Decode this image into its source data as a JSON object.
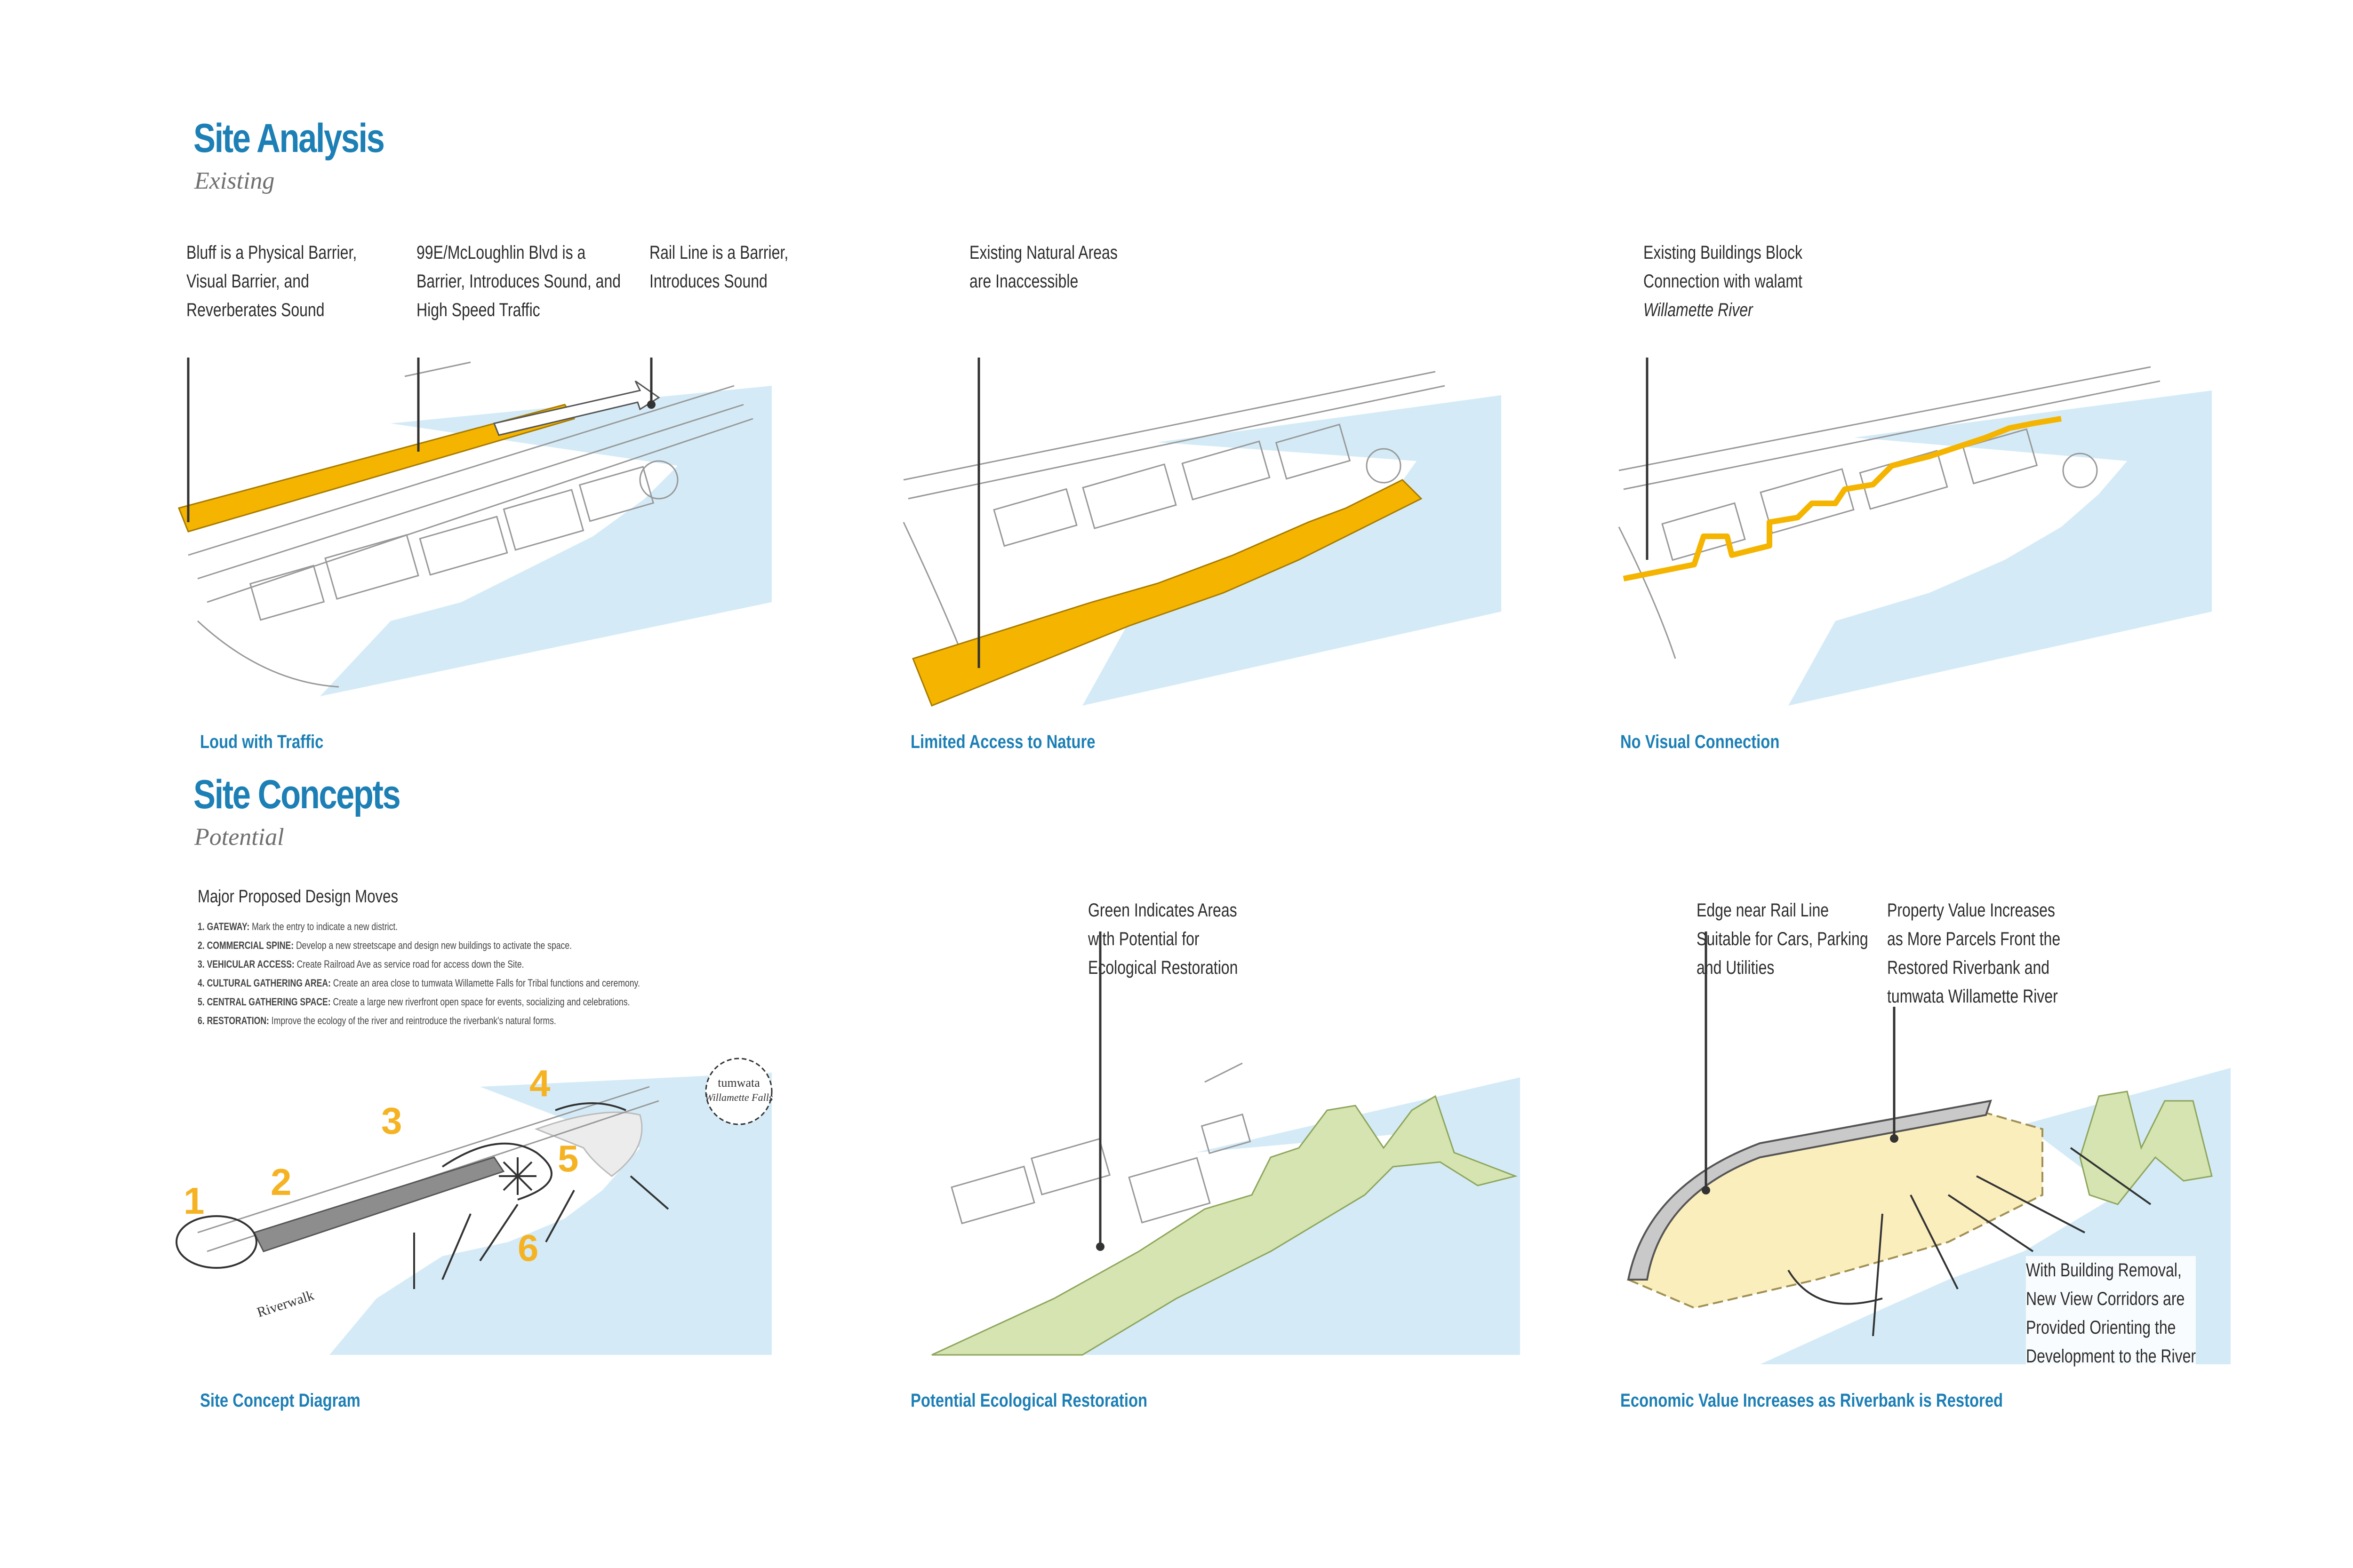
{
  "analysis": {
    "title": "Site Analysis",
    "subtitle": "Existing",
    "panels": [
      {
        "annotations": [
          {
            "lines": [
              "Bluff is a Physical Barrier,",
              "Visual Barrier, and",
              "Reverberates Sound"
            ]
          },
          {
            "lines": [
              "99E/McLoughlin Blvd is a",
              "Barrier, Introduces Sound, and",
              "High Speed Traffic"
            ]
          },
          {
            "lines": [
              "Rail Line is a Barrier,",
              "Introduces Sound"
            ]
          }
        ],
        "caption": "Loud with Traffic"
      },
      {
        "annotations": [
          {
            "lines": [
              "Existing Natural Areas",
              "are Inaccessible"
            ]
          }
        ],
        "caption": "Limited Access to Nature"
      },
      {
        "annotations": [
          {
            "lines": [
              "Existing Buildings Block",
              "Connection with walamt",
              "Willamette River"
            ]
          }
        ],
        "caption": "No Visual Connection"
      }
    ]
  },
  "concepts": {
    "title": "Site Concepts",
    "subtitle": "Potential",
    "moves_title": "Major Proposed Design Moves",
    "moves": [
      {
        "label": "1. GATEWAY:",
        "text": "Mark the entry to indicate a new district."
      },
      {
        "label": "2. COMMERCIAL SPINE:",
        "text": "Develop a new streetscape and design new buildings to activate the space."
      },
      {
        "label": "3. VEHICULAR ACCESS:",
        "text": "Create Railroad Ave as service road for access down the Site."
      },
      {
        "label": "4. CULTURAL GATHERING AREA:",
        "text": "Create an area close to tumwata Willamette Falls for Tribal functions and ceremony."
      },
      {
        "label": "5. CENTRAL GATHERING SPACE:",
        "text": "Create a large new riverfront open space for events, socializing and celebrations."
      },
      {
        "label": "6. RESTORATION:",
        "text": "Improve the ecology of the river and reintroduce the riverbank's natural forms."
      }
    ],
    "diagram_numbers": [
      "1",
      "2",
      "3",
      "4",
      "5",
      "6"
    ],
    "diagram_labels": {
      "falls_top": "tumwata",
      "falls_bottom": "Willamette Falls",
      "riverwalk": "Riverwalk"
    },
    "panels": [
      {
        "annotations": [],
        "caption": "Site Concept Diagram"
      },
      {
        "annotations": [
          {
            "lines": [
              "Green Indicates Areas",
              "with Potential for",
              "Ecological Restoration"
            ]
          }
        ],
        "caption": "Potential Ecological Restoration"
      },
      {
        "annotations": [
          {
            "lines": [
              "Edge near Rail Line",
              "Suitable for Cars, Parking",
              "and Utilities"
            ]
          },
          {
            "lines": [
              "Property Value Increases",
              "as More Parcels Front the",
              "Restored Riverbank and",
              "tumwata Willamette River"
            ]
          },
          {
            "lines": [
              "With Building Removal,",
              "New View Corridors are",
              "Provided Orienting the",
              "Development to the River"
            ]
          }
        ],
        "caption": "Economic Value Increases as Riverbank is Restored"
      }
    ]
  },
  "colors": {
    "title_blue": "#1c7fb5",
    "highlight_orange": "#f4b400",
    "river_blue": "#d4ebf7",
    "restoration_green": "#d5e4b0",
    "development_yellow": "#fbeebd",
    "number_orange": "#f5b324",
    "rail_gray": "#c9c9c9"
  }
}
